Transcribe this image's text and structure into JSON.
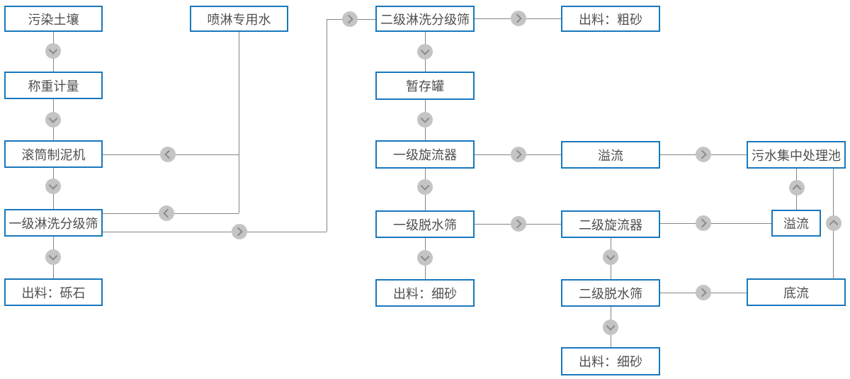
{
  "diagram": {
    "type": "flowchart",
    "language": "zh-CN",
    "colors": {
      "node_border": "#1878bd",
      "node_background": "#ffffff",
      "node_text": "#4f4f4f",
      "connector_line": "#858585",
      "arrow_circle_fill": "#c4c4c4",
      "arrow_chevron": "#8a8a8a"
    },
    "nodes": [
      {
        "id": "contaminated-soil",
        "label": "污染土壤"
      },
      {
        "id": "weighing",
        "label": "称重计量"
      },
      {
        "id": "drum-mud-maker",
        "label": "滚筒制泥机"
      },
      {
        "id": "stage1-washing-screen",
        "label": "一级淋洗分级筛"
      },
      {
        "id": "output-gravel",
        "label": "出料：砾石"
      },
      {
        "id": "spray-water",
        "label": "喷淋专用水"
      },
      {
        "id": "stage2-washing-screen",
        "label": "二级淋洗分级筛"
      },
      {
        "id": "output-coarse-sand",
        "label": "出料：粗砂"
      },
      {
        "id": "buffer-tank",
        "label": "暂存罐"
      },
      {
        "id": "stage1-cyclone",
        "label": "一级旋流器"
      },
      {
        "id": "overflow-1",
        "label": "溢流"
      },
      {
        "id": "sewage-treatment-pool",
        "label": "污水集中处理池"
      },
      {
        "id": "stage1-dewatering-screen",
        "label": "一级脱水筛"
      },
      {
        "id": "output-fine-sand-1",
        "label": "出料：细砂"
      },
      {
        "id": "stage2-cyclone",
        "label": "二级旋流器"
      },
      {
        "id": "overflow-2",
        "label": "溢流"
      },
      {
        "id": "stage2-dewatering-screen",
        "label": "二级脱水筛"
      },
      {
        "id": "underflow",
        "label": "底流"
      },
      {
        "id": "output-fine-sand-2",
        "label": "出料：细砂"
      }
    ],
    "edges": [
      {
        "from": "contaminated-soil",
        "to": "weighing"
      },
      {
        "from": "weighing",
        "to": "drum-mud-maker"
      },
      {
        "from": "spray-water",
        "to": "drum-mud-maker"
      },
      {
        "from": "spray-water",
        "to": "stage1-washing-screen"
      },
      {
        "from": "drum-mud-maker",
        "to": "stage1-washing-screen"
      },
      {
        "from": "stage1-washing-screen",
        "to": "output-gravel"
      },
      {
        "from": "stage1-washing-screen",
        "to": "stage2-washing-screen"
      },
      {
        "from": "stage2-washing-screen",
        "to": "output-coarse-sand"
      },
      {
        "from": "stage2-washing-screen",
        "to": "buffer-tank"
      },
      {
        "from": "buffer-tank",
        "to": "stage1-cyclone"
      },
      {
        "from": "stage1-cyclone",
        "to": "overflow-1"
      },
      {
        "from": "overflow-1",
        "to": "sewage-treatment-pool"
      },
      {
        "from": "stage1-cyclone",
        "to": "stage1-dewatering-screen"
      },
      {
        "from": "stage1-dewatering-screen",
        "to": "output-fine-sand-1"
      },
      {
        "from": "stage1-dewatering-screen",
        "to": "stage2-cyclone"
      },
      {
        "from": "stage2-cyclone",
        "to": "overflow-2"
      },
      {
        "from": "overflow-2",
        "to": "sewage-treatment-pool"
      },
      {
        "from": "stage2-cyclone",
        "to": "stage2-dewatering-screen"
      },
      {
        "from": "stage2-dewatering-screen",
        "to": "underflow"
      },
      {
        "from": "underflow",
        "to": "sewage-treatment-pool"
      },
      {
        "from": "stage2-dewatering-screen",
        "to": "output-fine-sand-2"
      }
    ]
  }
}
